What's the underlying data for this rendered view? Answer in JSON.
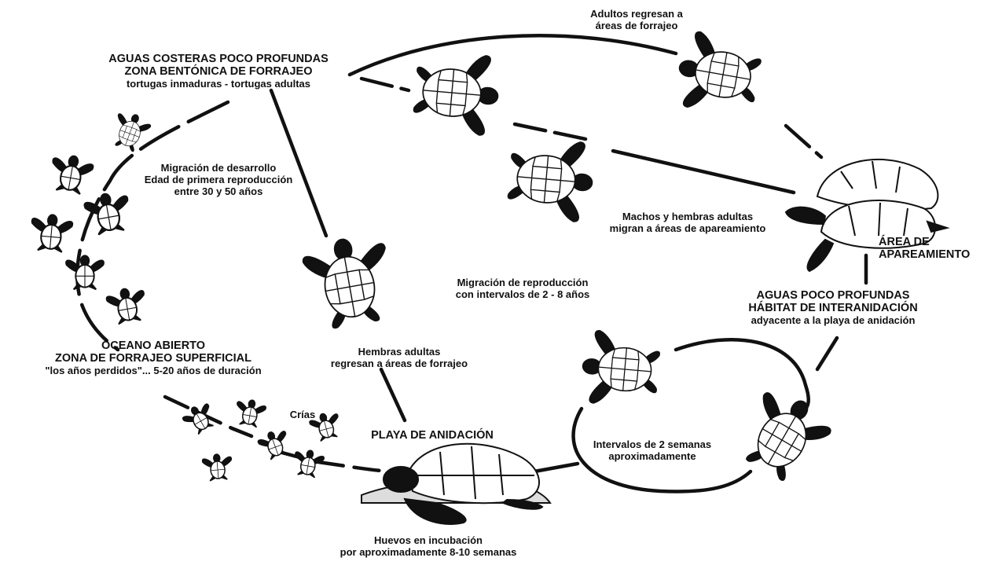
{
  "labels": {
    "coastal": {
      "line1": "AGUAS COSTERAS POCO PROFUNDAS",
      "line2": "ZONA BENTÓNICA DE FORRAJEO",
      "line3": "tortugas inmaduras - tortugas adultas"
    },
    "adults_return": {
      "line1": "Adultos regresan a",
      "line2": "áreas de forrajeo"
    },
    "development": {
      "line1": "Migración de desarrollo",
      "line2": "Edad de primera reproducción",
      "line3": "entre 30 y 50 años"
    },
    "males_females": {
      "line1": "Machos y hembras adultas",
      "line2": "migran a áreas de apareamiento"
    },
    "mating": {
      "line1": "ÁREA DE",
      "line2": "APAREAMIENTO"
    },
    "reproduction": {
      "line1": "Migración de reproducción",
      "line2": "con intervalos de 2 - 8 años"
    },
    "internesting": {
      "line1": "AGUAS POCO PROFUNDAS",
      "line2": "HÁBITAT DE INTERANIDACIÓN",
      "line3": "adyacente a la playa de anidación"
    },
    "open_ocean": {
      "line1": "OCEANO ABIERTO",
      "line2": "ZONA DE FORRAJEO SUPERFICIAL",
      "line3": "\"los años perdidos\"... 5-20 años de duración"
    },
    "females_return": {
      "line1": "Hembras adultas",
      "line2": "regresan a áreas de forrajeo"
    },
    "hatchlings": "Crías",
    "nesting_beach": "PLAYA DE ANIDACIÓN",
    "interval": {
      "line1": "Intervalos de 2 semanas",
      "line2": "aproximadamente"
    },
    "eggs": {
      "line1": "Huevos en incubación",
      "line2": "por aproximadamente 8-10 semanas"
    }
  },
  "colors": {
    "ink": "#111111",
    "shell": "#ffffff",
    "sand": "#dddddd"
  }
}
